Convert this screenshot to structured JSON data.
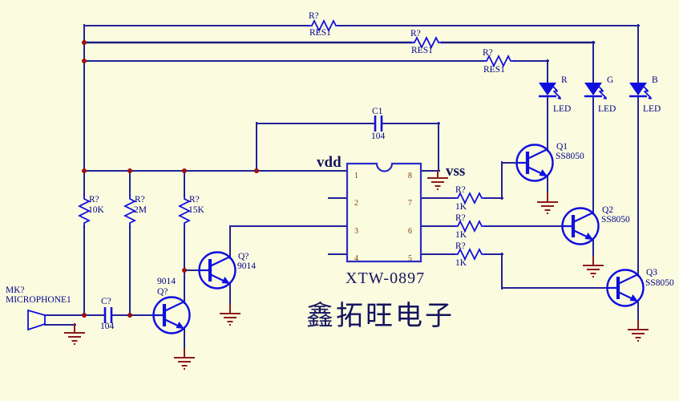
{
  "colors": {
    "background": "#FBFBDF",
    "wire": "#22229A",
    "symbol_blue": "#0F0FE0",
    "label_blue": "#00008B",
    "title_navy": "#14145E",
    "pin_maroon": "#803A00",
    "ground_red": "#8B1A1A",
    "junction_red": "#9B1010"
  },
  "brand": "鑫拓旺电子",
  "power": {
    "vdd": "vdd",
    "vss": "vss"
  },
  "ic": {
    "name": "XTW-0897",
    "pins_left": [
      "1",
      "2",
      "3",
      "4"
    ],
    "pins_right": [
      "8",
      "7",
      "6",
      "5"
    ]
  },
  "resistors": {
    "top": [
      {
        "designator": "R?",
        "value": "RES1"
      },
      {
        "designator": "R?",
        "value": "RES1"
      },
      {
        "designator": "R?",
        "value": "RES1"
      }
    ],
    "bias": [
      {
        "designator": "R?",
        "value": "10K"
      },
      {
        "designator": "R?",
        "value": "2M"
      },
      {
        "designator": "R?",
        "value": "15K"
      }
    ],
    "base": [
      {
        "designator": "R?",
        "value": "1K"
      },
      {
        "designator": "R?",
        "value": "1K"
      },
      {
        "designator": "R?",
        "value": "1K"
      }
    ]
  },
  "capacitors": {
    "c1": {
      "designator": "C1",
      "value": "104"
    },
    "c2": {
      "designator": "C?",
      "value": "104"
    }
  },
  "leds": [
    {
      "net": "R",
      "label": "LED"
    },
    {
      "net": "G",
      "label": "LED"
    },
    {
      "net": "B",
      "label": "LED"
    }
  ],
  "transistors": {
    "drivers": [
      {
        "designator": "Q1",
        "part": "SS8050"
      },
      {
        "designator": "Q2",
        "part": "SS8050"
      },
      {
        "designator": "Q3",
        "part": "SS8050"
      }
    ],
    "amps": [
      {
        "designator": "Q?",
        "part": "9014"
      },
      {
        "designator": "Q?",
        "part": "9014"
      }
    ]
  },
  "microphone": {
    "designator": "MK?",
    "part": "MICROPHONE1"
  }
}
